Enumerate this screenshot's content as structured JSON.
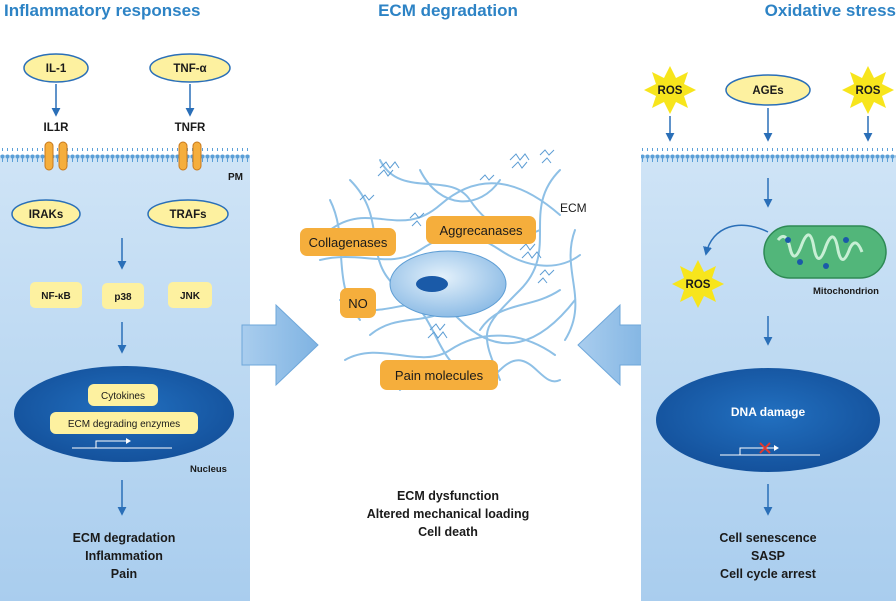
{
  "panels": {
    "inflammatory": {
      "title": "Inflammatory responses",
      "ligands": [
        "IL-1",
        "TNF-α"
      ],
      "receptors": [
        "IL1R",
        "TNFR"
      ],
      "membrane_label": "PM",
      "adaptors": [
        "IRAKs",
        "TRAFs"
      ],
      "kinases": [
        "NF-κB",
        "p38",
        "JNK"
      ],
      "nucleus_items": [
        "Cytokines",
        "ECM degrading enzymes"
      ],
      "nucleus_label": "Nucleus",
      "outcomes": [
        "ECM degradation",
        "Inflammation",
        "Pain"
      ]
    },
    "ecm": {
      "title": "ECM degradation",
      "ecm_label": "ECM",
      "factors": [
        "Collagenases",
        "Aggrecanases",
        "NO",
        "Pain molecules"
      ],
      "outcomes": [
        "ECM dysfunction",
        "Altered mechanical loading",
        "Cell death"
      ]
    },
    "oxidative": {
      "title": "Oxidative stress",
      "stressors": [
        "ROS",
        "AGEs",
        "ROS"
      ],
      "ros_label": "ROS",
      "mito_label": "Mitochondrion",
      "nucleus_text": "DNA damage",
      "outcomes": [
        "Cell senescence",
        "SASP",
        "Cell cycle arrest"
      ]
    }
  },
  "colors": {
    "title_blue": "#2d83c5",
    "cell_fill": "#bcd9f2",
    "nucleus": "#1a5aa8",
    "enzyme_orange": "#f5ae3c",
    "label_yellow": "#fdf1a0",
    "ros_star": "#f7e51c",
    "mito_green": "#52b67a",
    "arrow_blue": "#9cc5e8"
  }
}
